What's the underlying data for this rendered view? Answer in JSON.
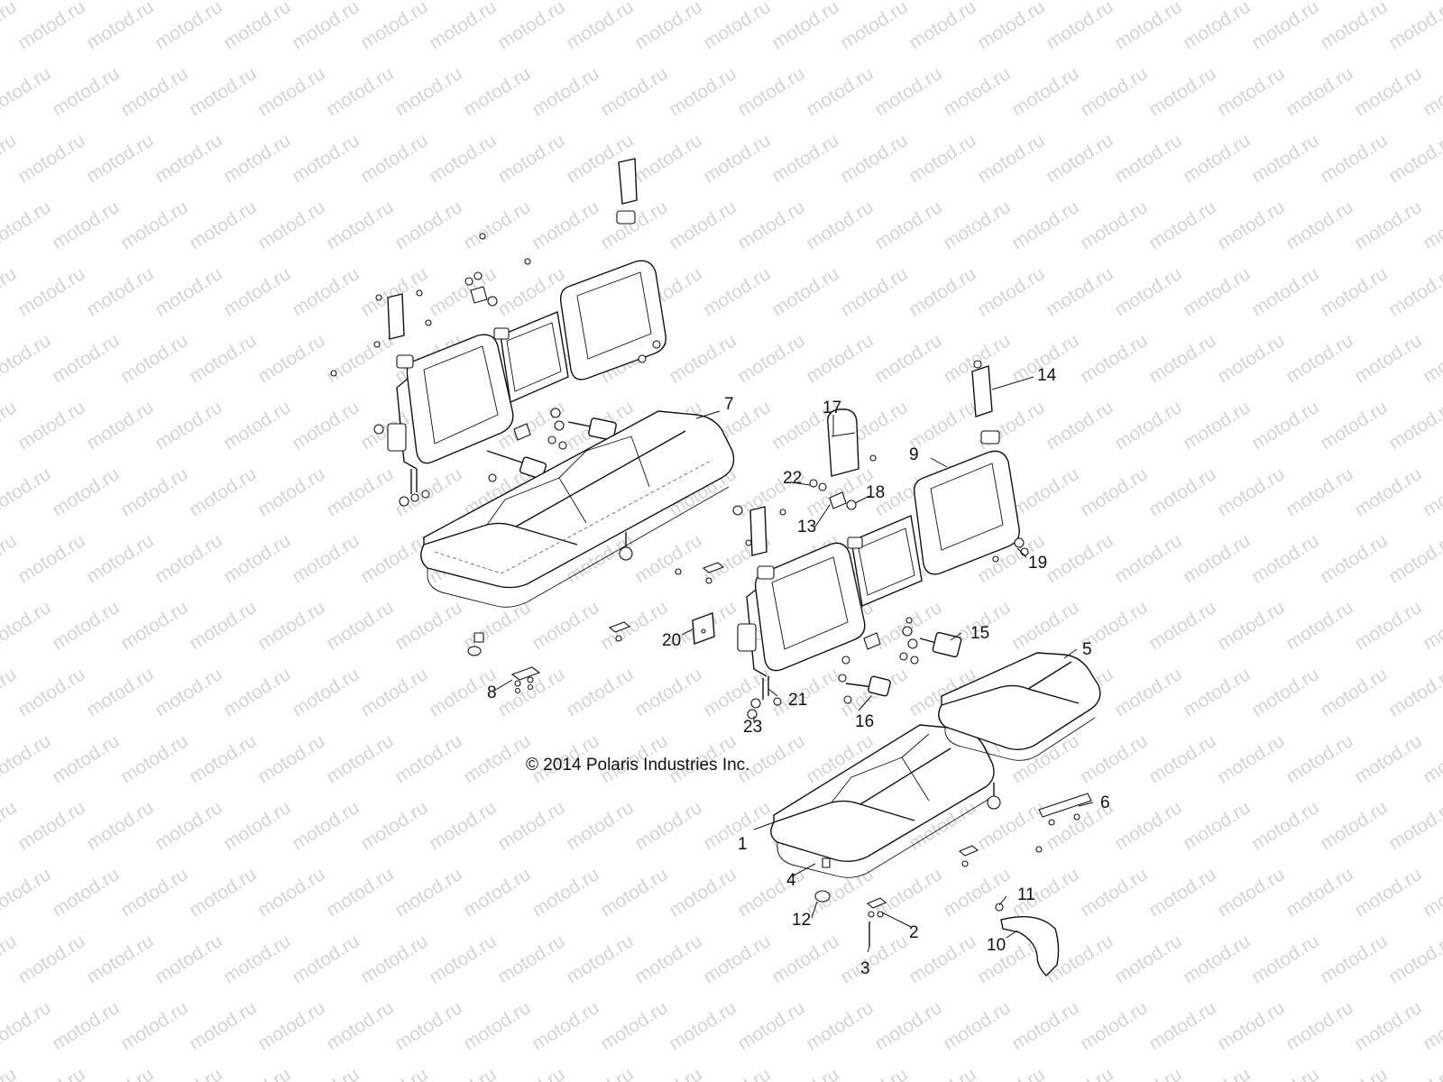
{
  "watermark": "motod.ru",
  "copyright": "© 2014 Polaris Industries Inc.",
  "callouts": [
    {
      "id": 1,
      "label": "1"
    },
    {
      "id": 2,
      "label": "2"
    },
    {
      "id": 3,
      "label": "3"
    },
    {
      "id": 4,
      "label": "4"
    },
    {
      "id": 5,
      "label": "5"
    },
    {
      "id": 6,
      "label": "6"
    },
    {
      "id": 7,
      "label": "7"
    },
    {
      "id": 8,
      "label": "8"
    },
    {
      "id": 9,
      "label": "9"
    },
    {
      "id": 10,
      "label": "10"
    },
    {
      "id": 11,
      "label": "11"
    },
    {
      "id": 12,
      "label": "12"
    },
    {
      "id": 13,
      "label": "13"
    },
    {
      "id": 14,
      "label": "14"
    },
    {
      "id": 15,
      "label": "15"
    },
    {
      "id": 16,
      "label": "16"
    },
    {
      "id": 17,
      "label": "17"
    },
    {
      "id": 18,
      "label": "18"
    },
    {
      "id": 19,
      "label": "19"
    },
    {
      "id": 20,
      "label": "20"
    },
    {
      "id": 21,
      "label": "21"
    },
    {
      "id": 22,
      "label": "22"
    },
    {
      "id": 23,
      "label": "23"
    }
  ]
}
